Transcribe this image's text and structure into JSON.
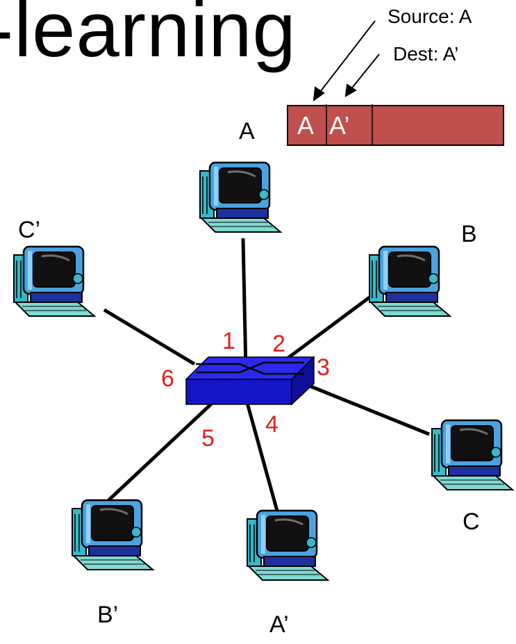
{
  "title": "-learning",
  "frame": {
    "source_label": "Source: A",
    "dest_label": "Dest: A’",
    "field_src": "A",
    "field_dst": "A’",
    "fill_color": "#c0504d"
  },
  "hosts": {
    "A": "A",
    "B": "B",
    "C": "C",
    "A_prime": "A’",
    "B_prime": "B’",
    "C_prime": "C’"
  },
  "ports": [
    "1",
    "2",
    "3",
    "4",
    "5",
    "6"
  ],
  "colors": {
    "switch": "#1515c8",
    "port_text": "#e0201b",
    "monitor": "#4aa3e0",
    "computer_body": "#38b8c8"
  },
  "icons": {
    "host": "desktop-computer-icon",
    "switch": "ethernet-switch-icon"
  }
}
